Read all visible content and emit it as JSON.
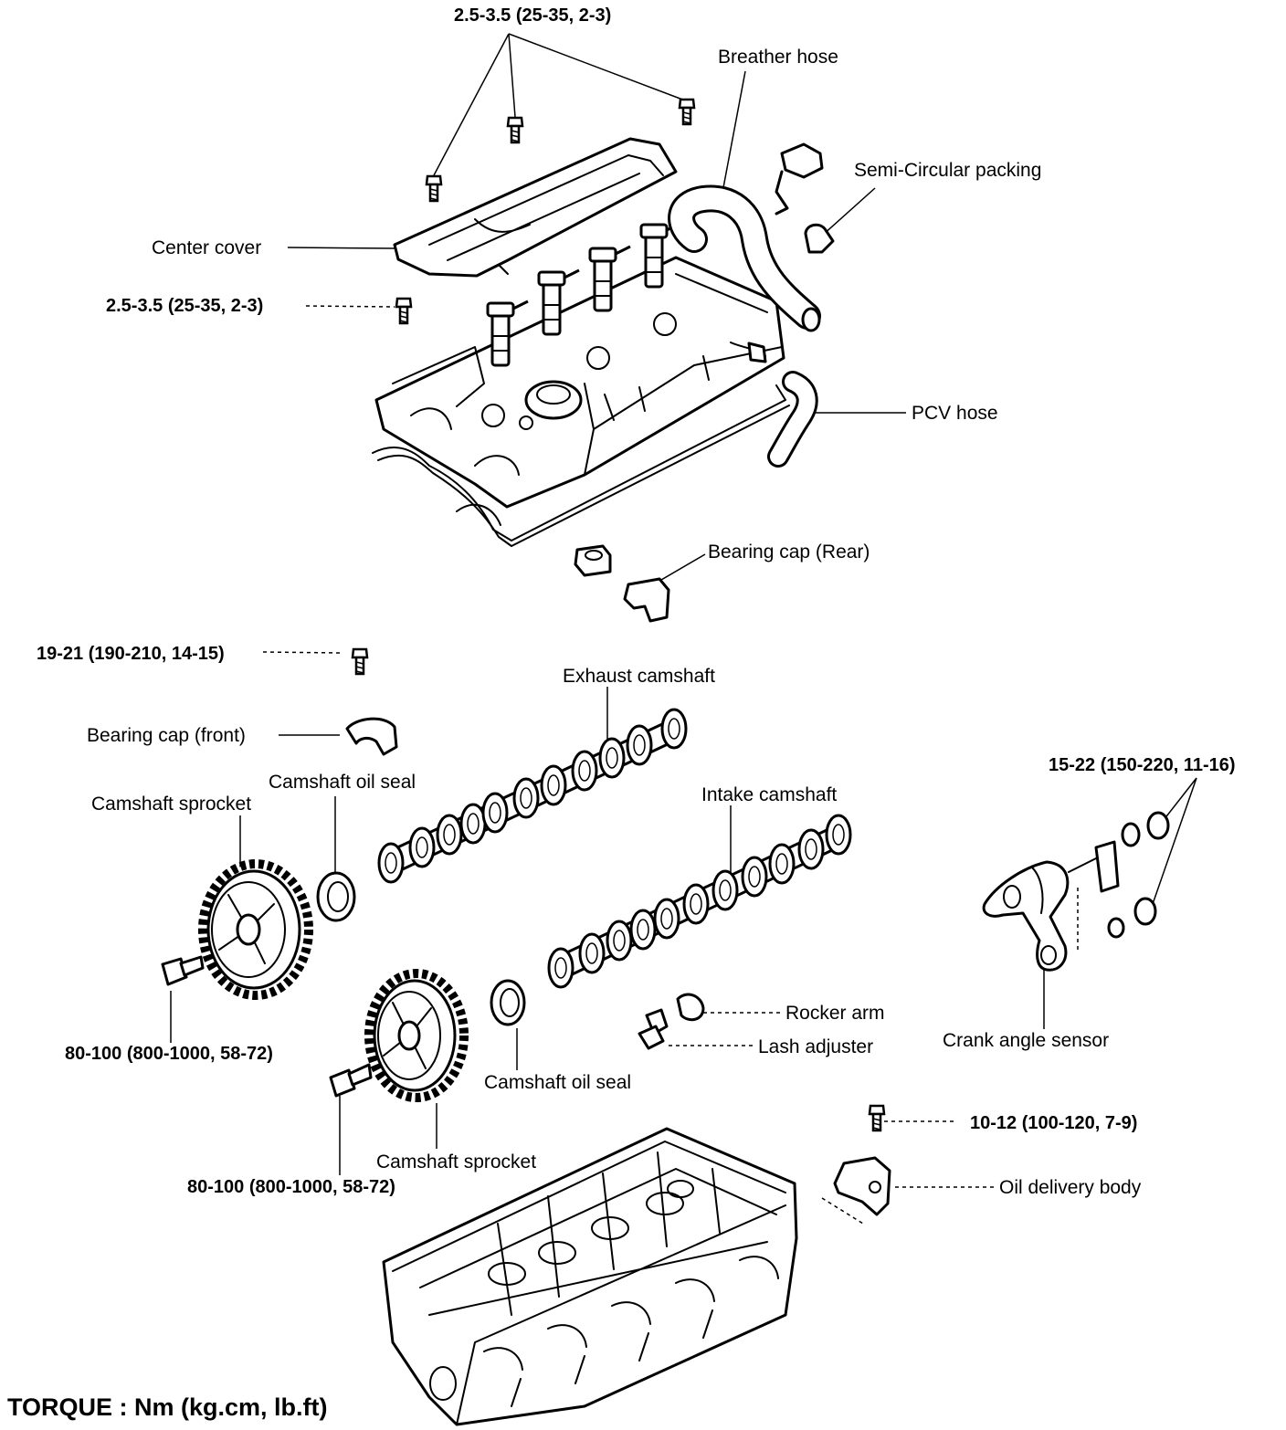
{
  "labels": {
    "torque_top": "2.5-3.5 (25-35, 2-3)",
    "breather_hose": "Breather hose",
    "semi_circular_packing": "Semi-Circular packing",
    "center_cover": "Center cover",
    "torque_cover_bolt": "2.5-3.5 (25-35, 2-3)",
    "pcv_hose": "PCV  hose",
    "bearing_cap_rear": "Bearing cap (Rear)",
    "torque_bearing_cap": "19-21 (190-210, 14-15)",
    "exhaust_camshaft": "Exhaust camshaft",
    "bearing_cap_front": "Bearing cap (front)",
    "camshaft_oil_seal_upper": "Camshaft oil seal",
    "camshaft_sprocket_upper": "Camshaft sprocket",
    "intake_camshaft": "Intake camshaft",
    "torque_sensor": "15-22 (150-220, 11-16)",
    "rocker_arm": "Rocker arm",
    "lash_adjuster": "Lash adjuster",
    "crank_angle_sensor": "Crank angle sensor",
    "torque_sprocket_left": "80-100 (800-1000, 58-72)",
    "camshaft_oil_seal_lower": "Camshaft oil seal",
    "torque_oil_delivery": "10-12 (100-120, 7-9)",
    "camshaft_sprocket_lower": "Camshaft sprocket",
    "oil_delivery_body": "Oil delivery body",
    "torque_sprocket_right": "80-100 (800-1000, 58-72)"
  },
  "footer": {
    "torque_units": "TORQUE : Nm (kg.cm, lb.ft)"
  }
}
